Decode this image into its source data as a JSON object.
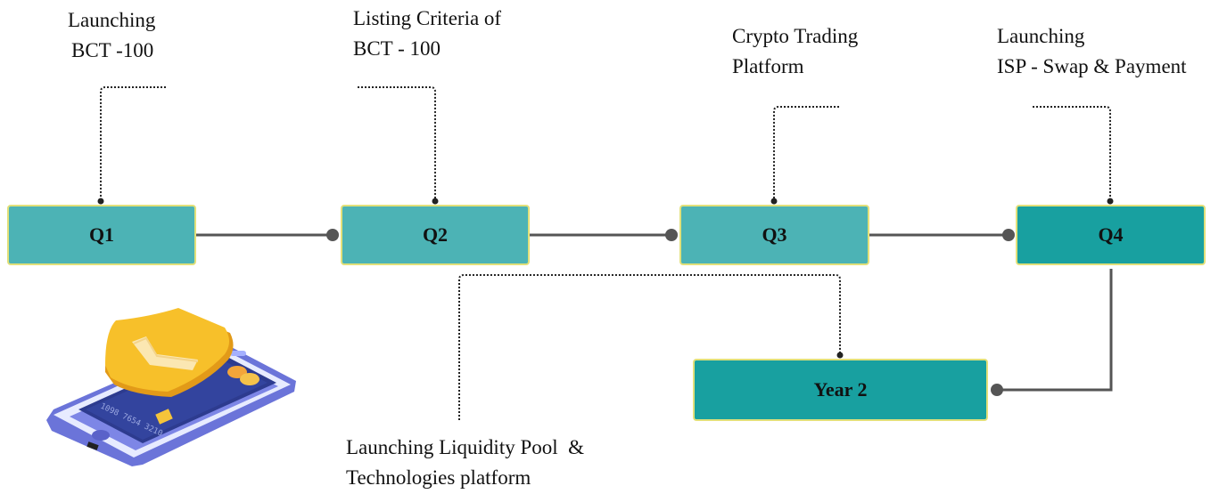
{
  "colors": {
    "q_light": "#4cb3b5",
    "q_dark": "#18a0a0",
    "box_border": "#e2e07a",
    "connector": "#555555"
  },
  "boxes": {
    "q1": "Q1",
    "q2": "Q2",
    "q3": "Q3",
    "q4": "Q4",
    "year2": "Year 2"
  },
  "labels": {
    "q1": [
      "Launching",
      "BCT -100"
    ],
    "q2": [
      "Listing Criteria of",
      "BCT - 100"
    ],
    "q3": [
      "Crypto Trading",
      "Platform"
    ],
    "q4": [
      "Launching",
      "ISP - Swap & Payment"
    ],
    "bottom": [
      "Launching Liquidity Pool  &",
      "Technologies platform"
    ]
  },
  "illustration": {
    "name": "phone-credit-card-shield",
    "card_number": "1098 7654 3210"
  }
}
